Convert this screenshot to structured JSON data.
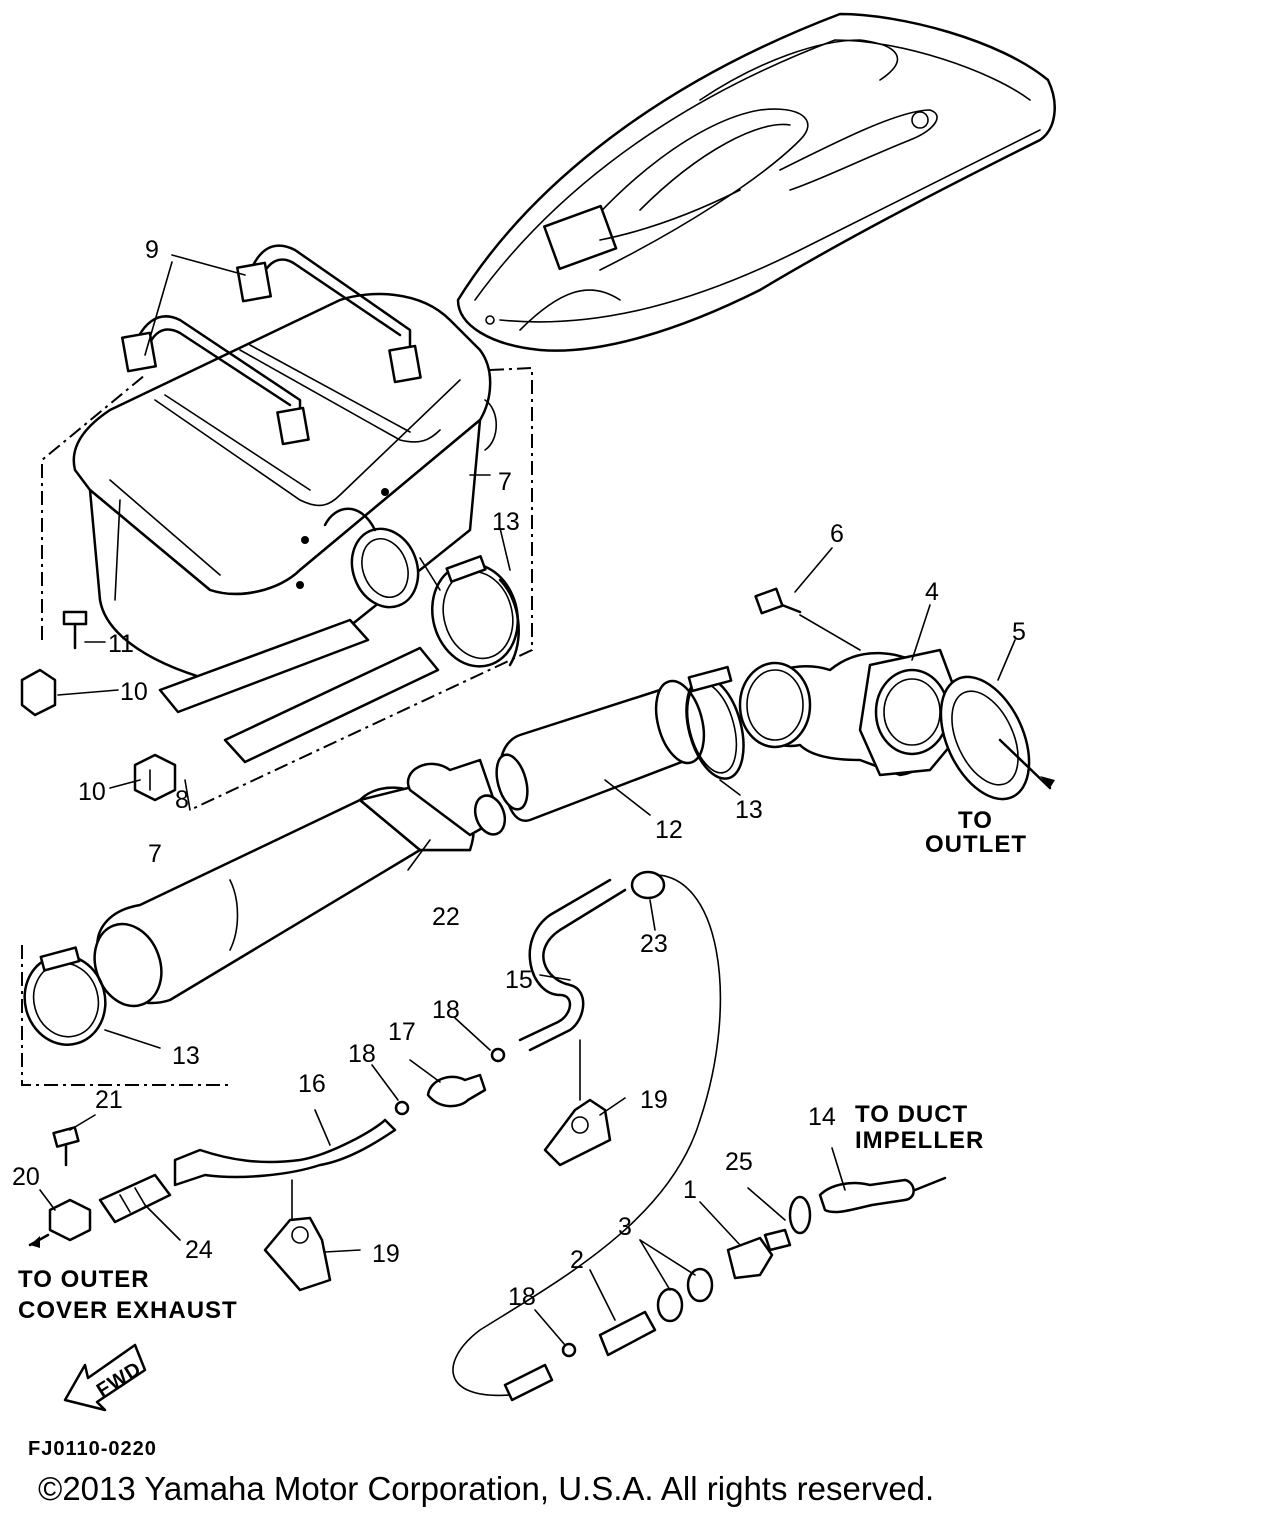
{
  "diagram": {
    "callouts": [
      "1",
      "2",
      "3",
      "4",
      "5",
      "6",
      "7",
      "7",
      "8",
      "9",
      "10",
      "10",
      "11",
      "12",
      "13",
      "13",
      "13",
      "14",
      "15",
      "16",
      "17",
      "18",
      "18",
      "18",
      "19",
      "19",
      "20",
      "21",
      "22",
      "23",
      "24",
      "25"
    ],
    "notes": {
      "to_outlet_1": "TO",
      "to_outlet_2": "OUTLET",
      "to_duct_1": "TO DUCT",
      "to_duct_2": "IMPELLER",
      "to_outer_1": "TO OUTER",
      "to_outer_2": "COVER EXHAUST",
      "fwd": "FWD"
    },
    "figure_code": "FJ0110-0220",
    "copyright": "©2013 Yamaha Motor Corporation, U.S.A. All rights reserved."
  }
}
